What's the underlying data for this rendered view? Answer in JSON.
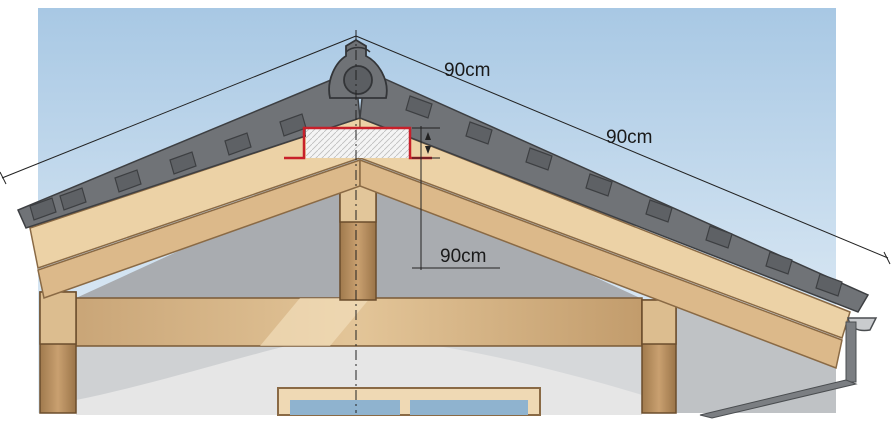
{
  "colors": {
    "sky_top": "#a8c8e4",
    "sky_bottom": "#e8f1f8",
    "roof_tile": "#6b6e72",
    "roof_tile_edge": "#3d3f42",
    "timber_light": "#efd6ad",
    "timber_mid": "#d9b98a",
    "timber_dark": "#b48e60",
    "gable_wall": "#a9acb0",
    "lower_wall": "#e7e7e7",
    "highlight_box": "#c8202a",
    "dimension_line": "#222222",
    "gutter": "#5f6266"
  },
  "icons": {
    "ridge_ornament": "onigawara-ridge-ornament-icon"
  },
  "dimensions": {
    "left_slope": {
      "label": "90cm"
    },
    "right_slope": {
      "label": "90cm"
    },
    "vertical": {
      "label": "90cm"
    }
  }
}
